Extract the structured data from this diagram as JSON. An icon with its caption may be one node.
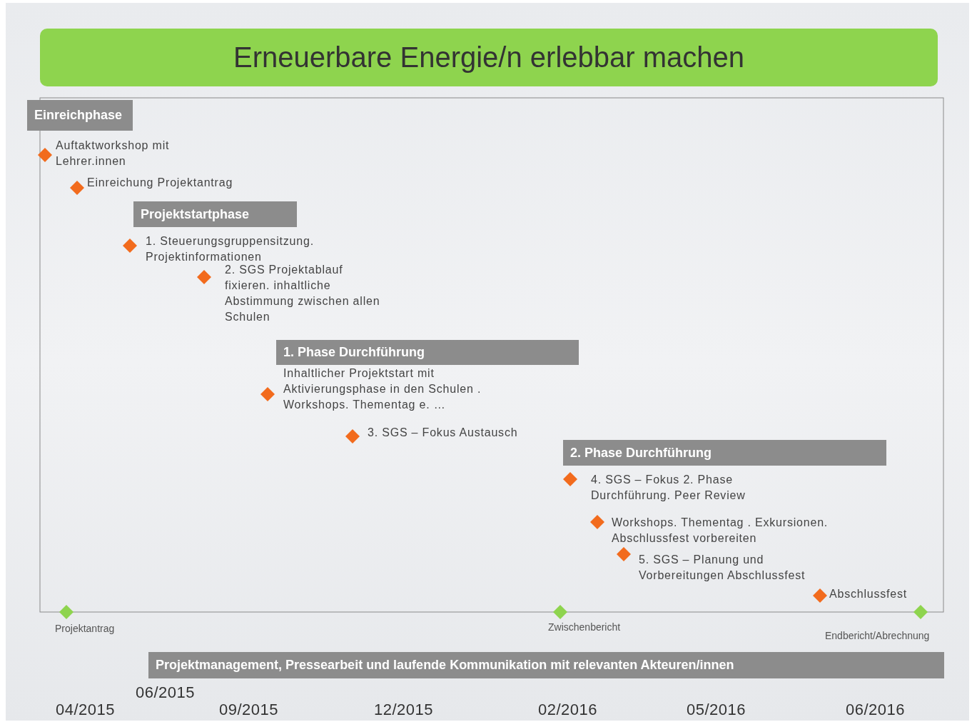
{
  "diagram": {
    "title": "Erneuerbare Energie/n erlebbar machen",
    "nodes": [
      {
        "text": [
          "Einreichphase"
        ]
      },
      {
        "text": [
          "Projektstartphase"
        ]
      },
      {
        "text": [
          "1. Phase Durchführung"
        ]
      },
      {
        "text": [
          "2. Phase Durchführung"
        ]
      },
      {
        "text": [
          "Projektmanagement, Pressearbeit und laufende Kommunikation mit relevanten Akteuren/innen"
        ]
      }
    ],
    "labels": [
      "Auftaktworkshop mit Lehrer.innen",
      "Einreichung Projektantrag",
      "1. Steuerungsgruppensitzung. Projektinformationen",
      "2. SGS Projektablauf fixieren. inhaltliche Abstimmung zwischen allen Schulen",
      "Inhaltlicher Projektstart mit Aktivierungsphase in den Schulen . Workshops. Thementag e. …",
      "3. SGS – Fokus Austausch",
      "4. SGS – Fokus 2. Phase Durchführung. Peer Review",
      "Workshops. Thementag . Exkursionen. Abschlussfest vorbereiten",
      "5. SGS – Planung und Vorbereitungen Abschlussfest",
      "Abschlussfest",
      "Projektantrag",
      "Zwischenbericht",
      "Endbericht/Abrechnung",
      "06/2015",
      "04/2015",
      "09/2015",
      "12/2015",
      "02/2016",
      "05/2016",
      "06/2016"
    ]
  }
}
